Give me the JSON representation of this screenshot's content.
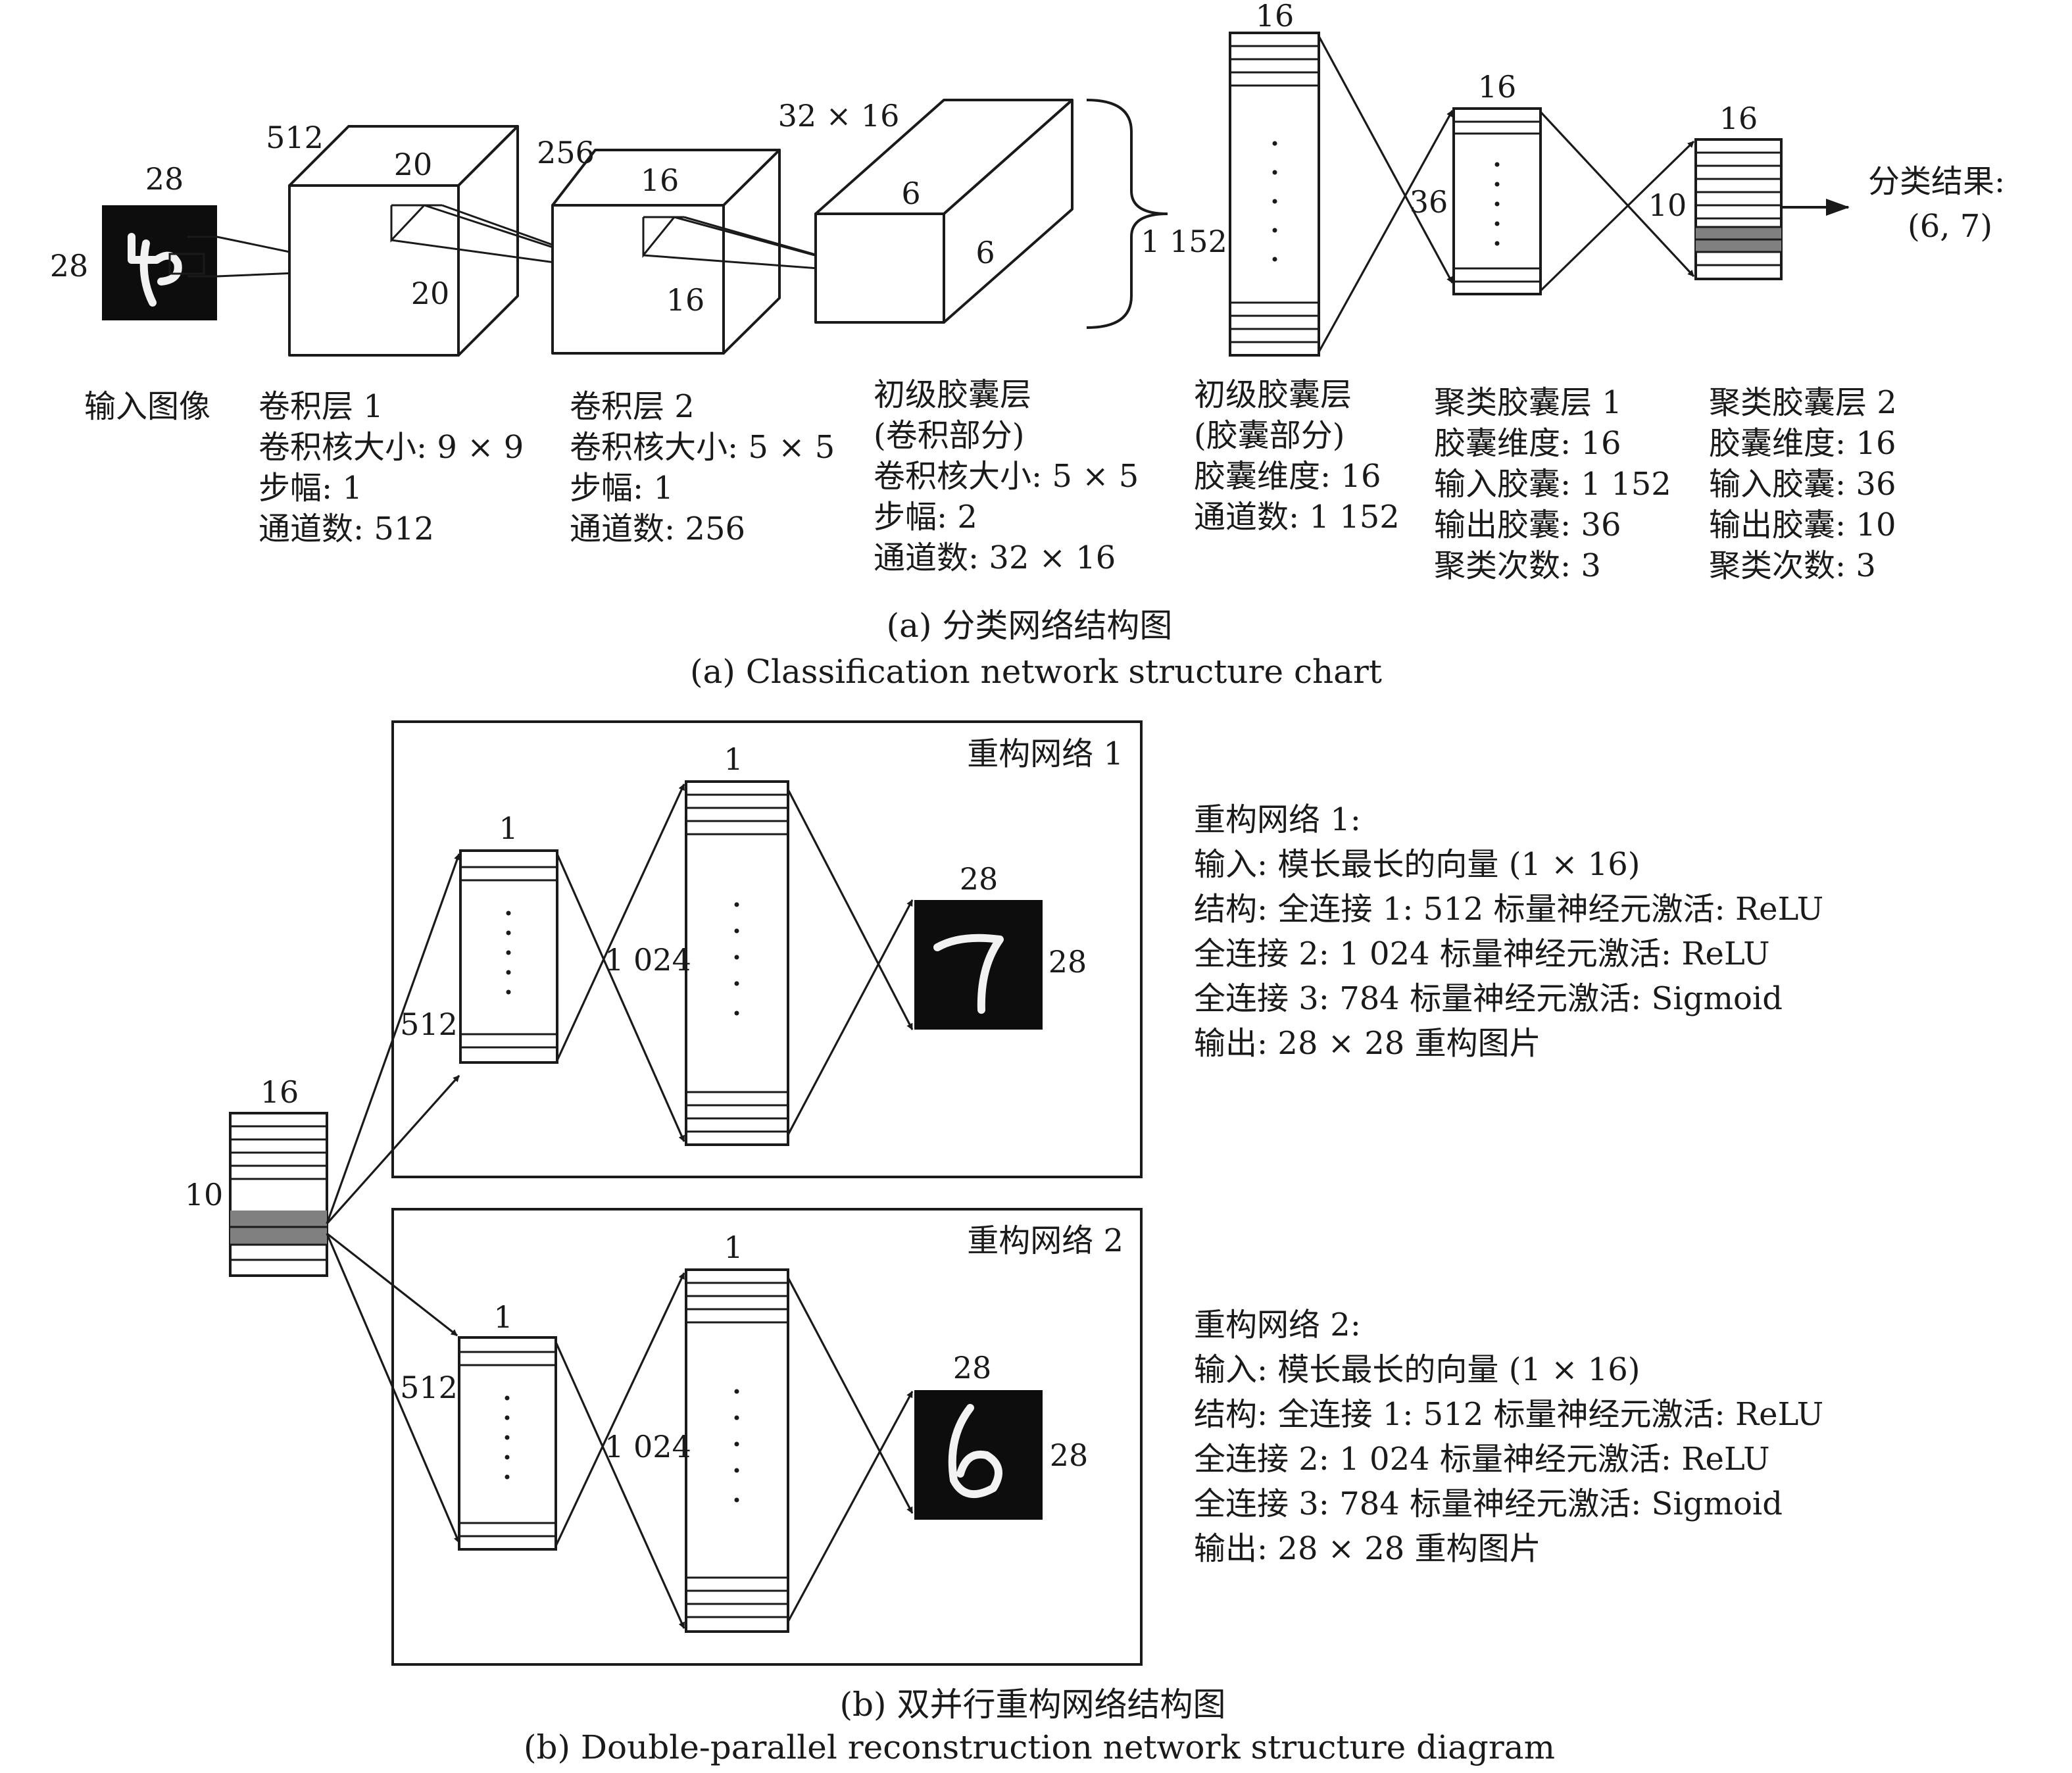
{
  "panel_a": {
    "input": {
      "dim_top": "28",
      "dim_left": "28",
      "label": "输入图像"
    },
    "conv1": {
      "channels": "512",
      "kernel_w": "20",
      "kernel_h": "20",
      "lines": [
        "卷积层 1",
        "卷积核大小: 9 × 9",
        "步幅: 1",
        "通道数: 512"
      ]
    },
    "conv2": {
      "channels": "256",
      "kernel_w": "16",
      "kernel_h": "16",
      "lines": [
        "卷积层 2",
        "卷积核大小: 5 × 5",
        "步幅: 1",
        "通道数: 256"
      ]
    },
    "primary_conv": {
      "channels": "32 × 16",
      "kernel_w": "6",
      "kernel_h": "6",
      "lines": [
        "初级胶囊层",
        "(卷积部分)",
        "卷积核大小: 5 × 5",
        "步幅: 2",
        "通道数: 32 × 16"
      ]
    },
    "brace_label": "1 152",
    "primary_caps": {
      "dim": "16",
      "lines": [
        "初级胶囊层",
        "(胶囊部分)",
        "胶囊维度: 16",
        "通道数: 1 152"
      ]
    },
    "cluster1": {
      "dim": "16",
      "count": "36",
      "lines": [
        "聚类胶囊层 1",
        "胶囊维度: 16",
        "输入胶囊: 1 152",
        "输出胶囊: 36",
        "聚类次数: 3"
      ]
    },
    "cluster2": {
      "dim": "16",
      "count": "10",
      "lines": [
        "聚类胶囊层 2",
        "胶囊维度: 16",
        "输入胶囊: 36",
        "输出胶囊: 10",
        "聚类次数: 3"
      ]
    },
    "result": [
      "分类结果:",
      "(6, 7)"
    ],
    "caption_cn": "(a) 分类网络结构图",
    "caption_en": "(a) Classification network structure chart"
  },
  "panel_b": {
    "source": {
      "dim": "16",
      "count": "10"
    },
    "net1": {
      "title": "重构网络 1",
      "fc1_dim": "1",
      "fc1_count": "512",
      "fc2_dim": "1",
      "fc2_count": "1 024",
      "out_dim_top": "28",
      "out_dim_right": "28",
      "desc": [
        "重构网络 1:",
        "输入: 模长最长的向量 (1 × 16)",
        "结构: 全连接 1: 512 标量神经元激活: ReLU",
        "全连接 2: 1 024 标量神经元激活: ReLU",
        "全连接 3: 784 标量神经元激活: Sigmoid",
        "输出: 28 × 28 重构图片"
      ]
    },
    "net2": {
      "title": "重构网络 2",
      "fc1_dim": "1",
      "fc1_count": "512",
      "fc2_dim": "1",
      "fc2_count": "1 024",
      "out_dim_top": "28",
      "out_dim_right": "28",
      "desc": [
        "重构网络 2:",
        "输入: 模长最长的向量 (1 × 16)",
        "结构: 全连接 1: 512 标量神经元激活: ReLU",
        "全连接 2: 1 024 标量神经元激活: ReLU",
        "全连接 3: 784 标量神经元激活: Sigmoid",
        "输出: 28 × 28 重构图片"
      ]
    },
    "caption_cn": "(b) 双并行重构网络结构图",
    "caption_en": "(b) Double-parallel reconstruction network structure diagram"
  },
  "colors": {
    "ink": "#1a1a1a",
    "highlight": "#808080",
    "image_bg": "#0d0d0d",
    "digit": "#f2f2f2"
  }
}
